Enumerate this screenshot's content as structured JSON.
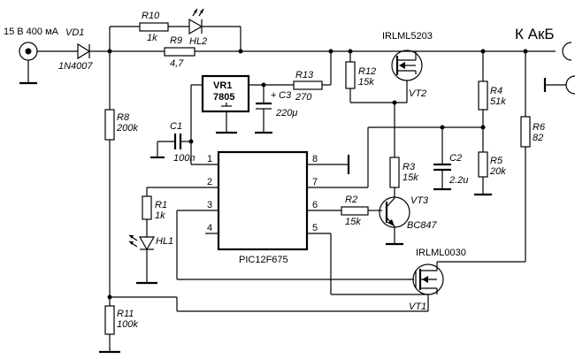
{
  "labels": {
    "input": "15 В 400 мА",
    "output": "К АкБ"
  },
  "components": {
    "vd1": {
      "ref": "VD1",
      "value": "1N4007"
    },
    "r10": {
      "ref": "R10",
      "value": "1k"
    },
    "hl2": {
      "ref": "HL2"
    },
    "r9": {
      "ref": "R9",
      "value": "4,7"
    },
    "vr1": {
      "ref": "VR1",
      "value": "7805"
    },
    "c3": {
      "ref": "C3",
      "value": "220μ",
      "polarity": "+"
    },
    "r13": {
      "ref": "R13",
      "value": "270"
    },
    "c1": {
      "ref": "C1",
      "value": "100n"
    },
    "r8": {
      "ref": "R8",
      "value": "200k"
    },
    "r12": {
      "ref": "R12",
      "value": "15k"
    },
    "vt2": {
      "ref": "VT2",
      "value": "IRLML5203"
    },
    "r4": {
      "ref": "R4",
      "value": "51k"
    },
    "r5": {
      "ref": "R5",
      "value": "20k"
    },
    "r6": {
      "ref": "R6",
      "value": "82"
    },
    "c2": {
      "ref": "C2",
      "value": "2.2u"
    },
    "r3": {
      "ref": "R3",
      "value": "15k"
    },
    "vt3": {
      "ref": "VT3",
      "value": "BC847"
    },
    "r2": {
      "ref": "R2",
      "value": "15k"
    },
    "r1": {
      "ref": "R1",
      "value": "1k"
    },
    "hl1": {
      "ref": "HL1"
    },
    "vt1": {
      "ref": "VT1",
      "value": "IRLML0030"
    },
    "r11": {
      "ref": "R11",
      "value": "100k"
    },
    "ic": {
      "ref": "PIC12F675",
      "pins": [
        "1",
        "2",
        "3",
        "4",
        "8",
        "7",
        "6",
        "5"
      ]
    }
  }
}
